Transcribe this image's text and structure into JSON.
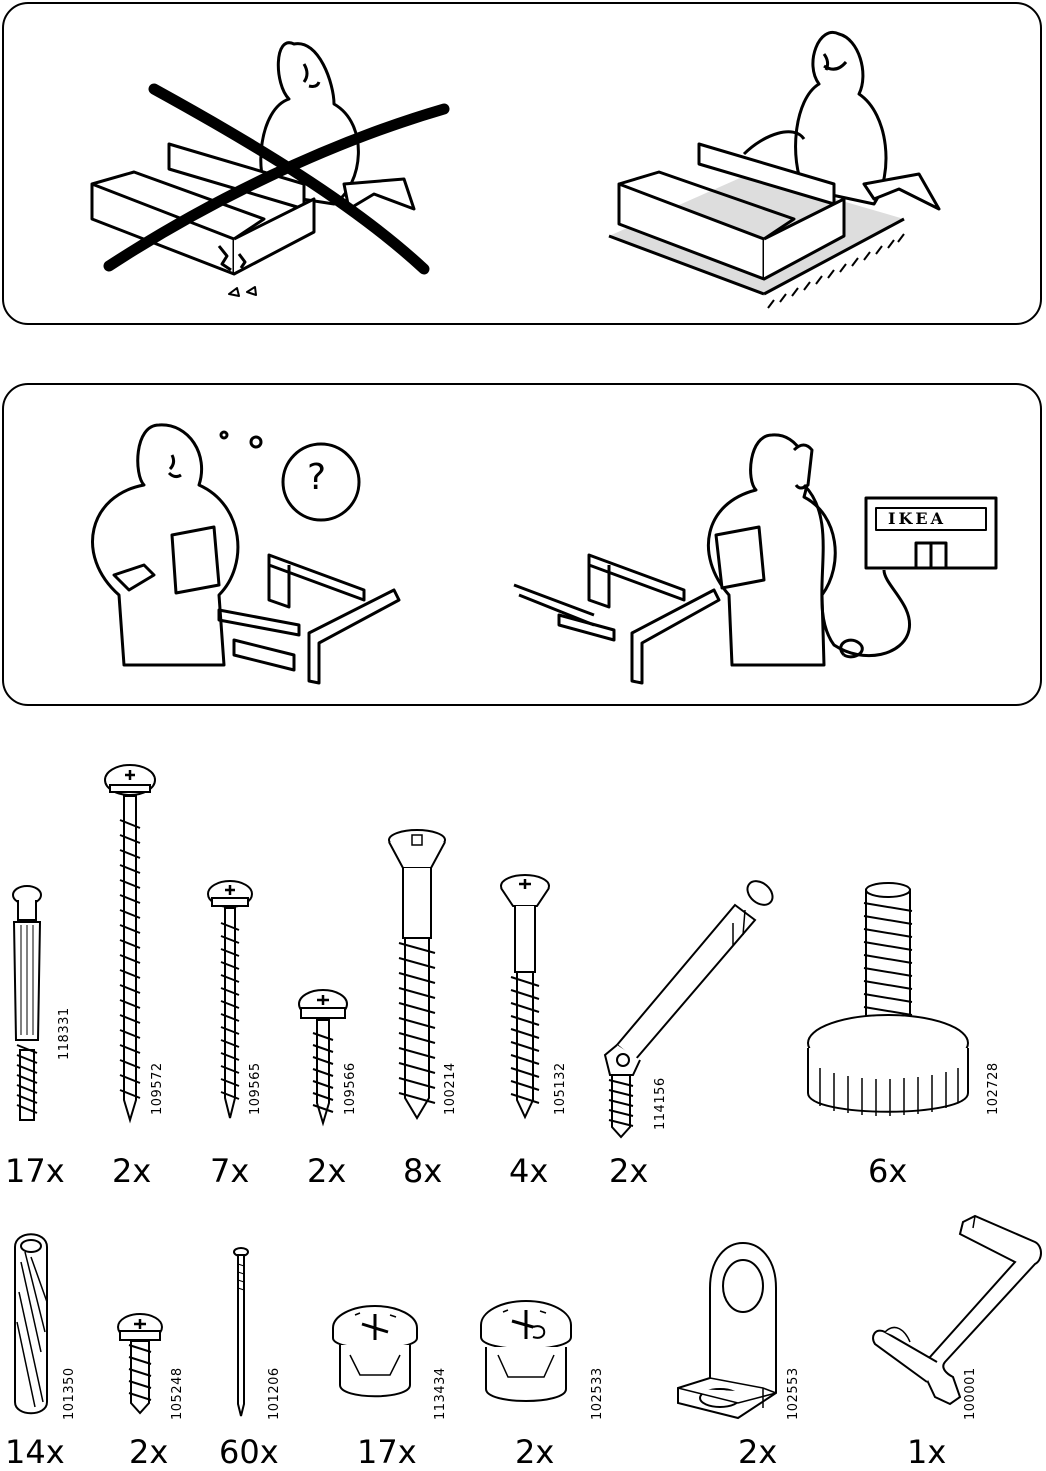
{
  "panels": {
    "care_panel": {
      "label": ""
    },
    "help_panel": {
      "sign_text": "IKEA",
      "question_mark": "?"
    }
  },
  "parts": [
    {
      "code": "118331",
      "qty": "17x",
      "icon": "cam-dowel-icon"
    },
    {
      "code": "109572",
      "qty": "2x",
      "icon": "long-screw-icon"
    },
    {
      "code": "109565",
      "qty": "7x",
      "icon": "medium-screw-icon"
    },
    {
      "code": "109566",
      "qty": "2x",
      "icon": "short-screw-icon"
    },
    {
      "code": "100214",
      "qty": "8x",
      "icon": "countersunk-screw-icon"
    },
    {
      "code": "105132",
      "qty": "4x",
      "icon": "wood-screw-icon"
    },
    {
      "code": "114156",
      "qty": "2x",
      "icon": "angled-connector-icon"
    },
    {
      "code": "102728",
      "qty": "6x",
      "icon": "adjustable-foot-icon"
    },
    {
      "code": "101350",
      "qty": "14x",
      "icon": "wooden-dowel-icon"
    },
    {
      "code": "105248",
      "qty": "2x",
      "icon": "small-screw-icon"
    },
    {
      "code": "101206",
      "qty": "60x",
      "icon": "nail-icon"
    },
    {
      "code": "113434",
      "qty": "17x",
      "icon": "cam-lock-icon"
    },
    {
      "code": "102533",
      "qty": "2x",
      "icon": "cam-lock-large-icon"
    },
    {
      "code": "102553",
      "qty": "2x",
      "icon": "angle-bracket-icon"
    },
    {
      "code": "100001",
      "qty": "1x",
      "icon": "allen-key-icon"
    }
  ]
}
